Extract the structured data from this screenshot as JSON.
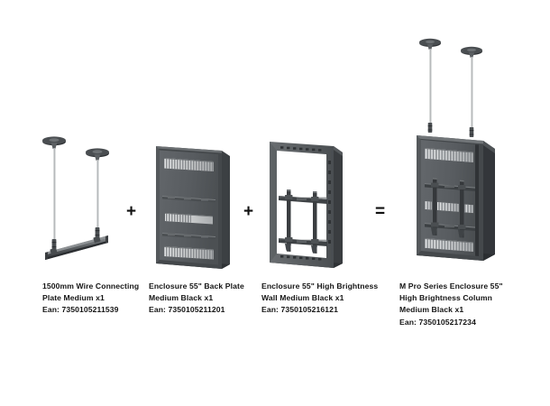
{
  "diagram": {
    "type": "product-bundle-equation",
    "background_color": "#ffffff",
    "operators": {
      "plus_1": "+",
      "plus_2": "+",
      "equals": "="
    },
    "palette": {
      "panel_body": "#5a5d60",
      "panel_dark": "#3c3f42",
      "panel_edge": "#2d3033",
      "panel_light": "#74787b",
      "grille_light": "#d8dadb",
      "wire": "#c9cbcc",
      "text": "#141414"
    }
  },
  "products": [
    {
      "id": "wire-connecting-plate",
      "icon": "ceiling-wire-plate-icon",
      "caption_lines": [
        "1500mm Wire Connecting",
        "Plate Medium x1",
        "Ean: 7350105211539"
      ],
      "name": "1500mm Wire Connecting Plate Medium x1",
      "ean": "7350105211539",
      "quantity": "x1"
    },
    {
      "id": "enclosure-back-plate",
      "icon": "enclosure-back-plate-icon",
      "caption_lines": [
        "Enclosure 55\" Back Plate",
        "Medium Black x1",
        "Ean: 7350105211201"
      ],
      "name": "Enclosure 55\" Back Plate Medium Black x1",
      "ean": "7350105211201",
      "quantity": "x1"
    },
    {
      "id": "enclosure-high-brightness-wall",
      "icon": "enclosure-wall-frame-icon",
      "caption_lines": [
        "Enclosure 55\" High Brightness",
        "Wall Medium Black x1",
        "Ean: 7350105216121"
      ],
      "name": "Enclosure 55\" High Brightness Wall Medium Black x1",
      "ean": "7350105216121",
      "quantity": "x1"
    },
    {
      "id": "m-pro-series-enclosure-column",
      "icon": "assembled-column-enclosure-icon",
      "caption_lines": [
        "M Pro Series Enclosure 55\"",
        "High Brightness Column",
        "Medium Black x1",
        "Ean: 7350105217234"
      ],
      "name": "M Pro Series Enclosure 55\" High Brightness Column Medium Black x1",
      "ean": "7350105217234",
      "quantity": "x1"
    }
  ]
}
